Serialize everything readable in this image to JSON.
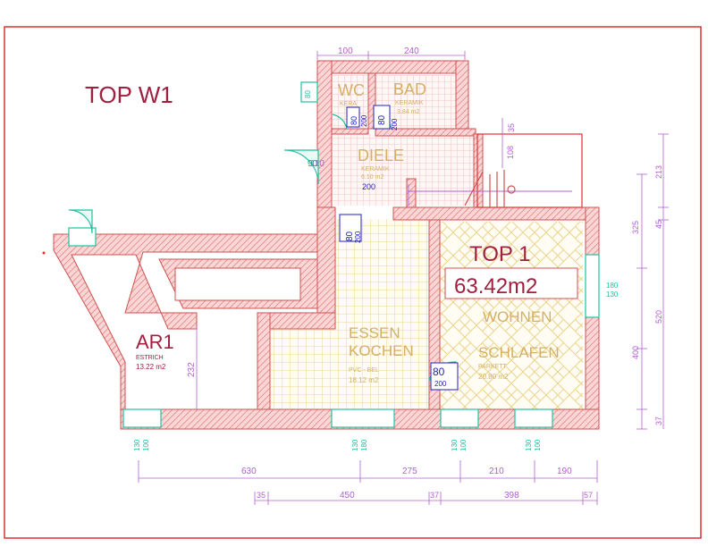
{
  "plan": {
    "sheet_title": "TOP  W1",
    "unit_name": "TOP  1",
    "unit_area": "63.42m2",
    "colors": {
      "wall_stroke": "#d05050",
      "wall_fill": "#f7c7c7",
      "frame": "#e03030",
      "dim": "#b060d0",
      "door": "#20c0a0",
      "tile": "#f0d890",
      "label_room": "#d4b060",
      "label_dark": "#a02040",
      "label_blue": "#2020c0"
    },
    "rooms": {
      "wc": {
        "name": "WC",
        "floor": "KERA"
      },
      "bad": {
        "name": "BAD",
        "floor": "KERAMIK",
        "area": "3.84 m2"
      },
      "diele": {
        "name": "DIELE",
        "floor": "KERAMIK",
        "area": "6.10 m2"
      },
      "ar1": {
        "name": "AR1",
        "floor": "ESTRICH",
        "area": "13.22 m2"
      },
      "essen": {
        "name1": "ESSEN",
        "name2": "KOCHEN",
        "floor": "PVC - BEL",
        "area": "18.12 m2"
      },
      "wohnen": {
        "name1": "WOHNEN",
        "name2": "SCHLAFEN",
        "floor": "PARKETT",
        "area": "20.80 m2"
      }
    },
    "door_tags": {
      "wc": {
        "w": "80",
        "h": "200"
      },
      "bad": {
        "w": "80",
        "h": "200"
      },
      "entry": {
        "w": "90",
        "h": "200"
      },
      "essen": {
        "w": "80",
        "h": "200"
      },
      "ar": {
        "w": "80",
        "h": "200"
      }
    },
    "window_tags": {
      "bottom1": {
        "w": "100",
        "h": "130"
      },
      "bottom2": {
        "w": "180",
        "h": "130"
      },
      "bottom3": {
        "w": "100",
        "h": "130"
      },
      "bottom4": {
        "w": "100",
        "h": "130"
      },
      "right": {
        "w": "180",
        "h": "130"
      },
      "left_top": {
        "w": "80"
      }
    },
    "dims": {
      "top_100": "100",
      "top_240": "240",
      "h_35": "35",
      "h_108": "108",
      "h_110": "110",
      "h_200": "200",
      "h_232": "232",
      "row1": [
        "630",
        "275",
        "210",
        "190"
      ],
      "row2": [
        "35",
        "450",
        "37",
        "398",
        "57"
      ],
      "right_inner": [
        "325",
        "520",
        "400",
        "37"
      ],
      "right_outer": [
        "213",
        "45"
      ]
    }
  }
}
